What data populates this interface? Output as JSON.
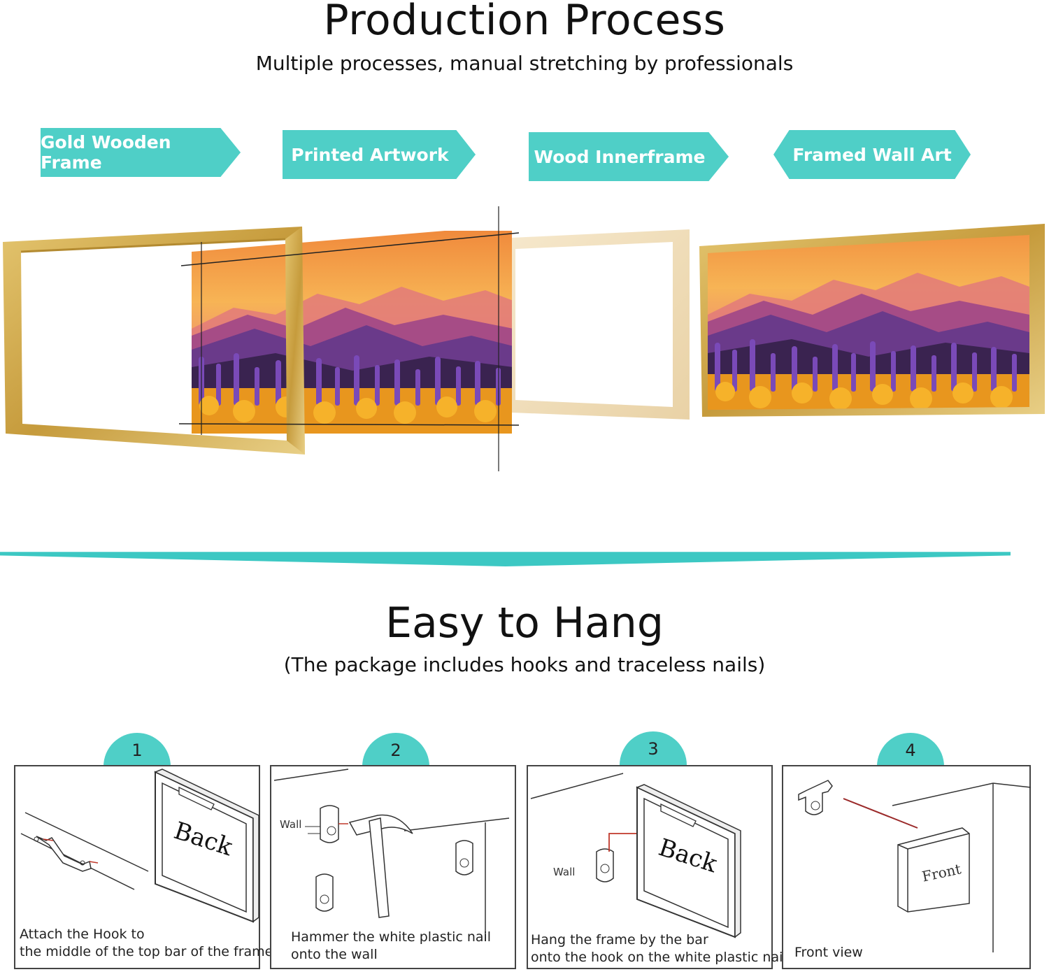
{
  "production": {
    "title": "Production Process",
    "subtitle": "Multiple processes, manual stretching by professionals",
    "steps": [
      {
        "label": "Gold Wooden Frame"
      },
      {
        "label": "Printed Artwork"
      },
      {
        "label": "Wood Innerframe"
      },
      {
        "label": "Framed Wall Art"
      }
    ]
  },
  "hang": {
    "title": "Easy to Hang",
    "subtitle": "(The package includes hooks and traceless nails)",
    "steps": [
      {
        "number": "1",
        "caption_line1": "Attach the Hook to",
        "caption_line2": "the middle of the top bar of the frame",
        "panel_label": "Back"
      },
      {
        "number": "2",
        "caption_line1": "Hammer the white plastic nail",
        "caption_line2": "onto the wall",
        "wall_label": "Wall"
      },
      {
        "number": "3",
        "caption_line1": "Hang the frame by the bar",
        "caption_line2": "onto the hook on the white plastic nail",
        "wall_label": "Wall",
        "panel_label": "Back"
      },
      {
        "number": "4",
        "caption_line1": "Front view",
        "panel_label": "Front"
      }
    ]
  },
  "colors": {
    "accent": "#4fcfc7",
    "gold": "#c9a44a",
    "sky_top": "#f5a04a",
    "mountain": "#6a3a8a",
    "flowers_orange": "#f0a020",
    "flowers_purple": "#7a4ab8"
  }
}
